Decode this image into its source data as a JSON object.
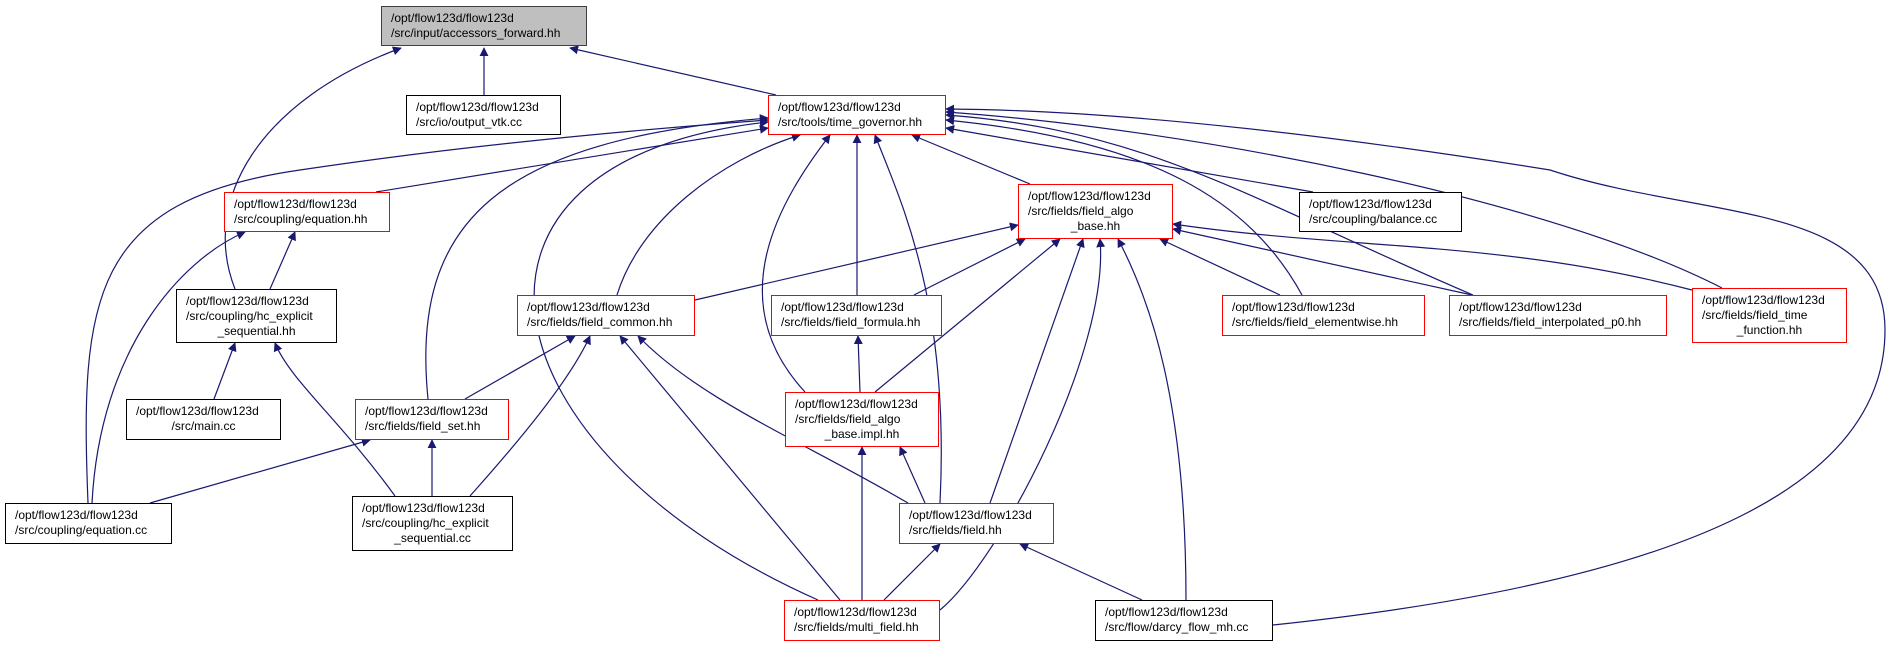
{
  "graph_type": "include dependency graph",
  "colors": {
    "edge": "#191970",
    "node_border_incomplete": "#ff0000",
    "node_border": "#000000",
    "root_fill": "#bfbfbf"
  },
  "nodes": {
    "accessors_forward": {
      "lines": [
        "/opt/flow123d/flow123d",
        "/src/input/accessors_forward.hh"
      ],
      "root": true
    },
    "output_vtk": {
      "lines": [
        "/opt/flow123d/flow123d",
        "/src/io/output_vtk.cc"
      ]
    },
    "time_governor": {
      "lines": [
        "/opt/flow123d/flow123d",
        "/src/tools/time_governor.hh"
      ]
    },
    "equation_hh": {
      "lines": [
        "/opt/flow123d/flow123d",
        "/src/coupling/equation.hh"
      ]
    },
    "field_algo_base": {
      "lines": [
        "/opt/flow123d/flow123d",
        "/src/fields/field_algo",
        "_base.hh"
      ]
    },
    "balance": {
      "lines": [
        "/opt/flow123d/flow123d",
        "/src/coupling/balance.cc"
      ]
    },
    "hc_explicit_hh": {
      "lines": [
        "/opt/flow123d/flow123d",
        "/src/coupling/hc_explicit",
        "_sequential.hh"
      ]
    },
    "field_common": {
      "lines": [
        "/opt/flow123d/flow123d",
        "/src/fields/field_common.hh"
      ]
    },
    "field_formula": {
      "lines": [
        "/opt/flow123d/flow123d",
        "/src/fields/field_formula.hh"
      ]
    },
    "field_elementwise": {
      "lines": [
        "/opt/flow123d/flow123d",
        "/src/fields/field_elementwise.hh"
      ]
    },
    "field_interpolated": {
      "lines": [
        "/opt/flow123d/flow123d",
        "/src/fields/field_interpolated_p0.hh"
      ]
    },
    "field_time_function": {
      "lines": [
        "/opt/flow123d/flow123d",
        "/src/fields/field_time",
        "_function.hh"
      ]
    },
    "main_cc": {
      "lines": [
        "/opt/flow123d/flow123d",
        "/src/main.cc"
      ]
    },
    "field_set": {
      "lines": [
        "/opt/flow123d/flow123d",
        "/src/fields/field_set.hh"
      ]
    },
    "field_algo_base_impl": {
      "lines": [
        "/opt/flow123d/flow123d",
        "/src/fields/field_algo",
        "_base.impl.hh"
      ]
    },
    "equation_cc": {
      "lines": [
        "/opt/flow123d/flow123d",
        "/src/coupling/equation.cc"
      ]
    },
    "hc_explicit_cc": {
      "lines": [
        "/opt/flow123d/flow123d",
        "/src/coupling/hc_explicit",
        "_sequential.cc"
      ]
    },
    "field_hh": {
      "lines": [
        "/opt/flow123d/flow123d",
        "/src/fields/field.hh"
      ]
    },
    "multi_field": {
      "lines": [
        "/opt/flow123d/flow123d",
        "/src/fields/multi_field.hh"
      ]
    },
    "darcy": {
      "lines": [
        "/opt/flow123d/flow123d",
        "/src/flow/darcy_flow_mh.cc"
      ]
    }
  }
}
